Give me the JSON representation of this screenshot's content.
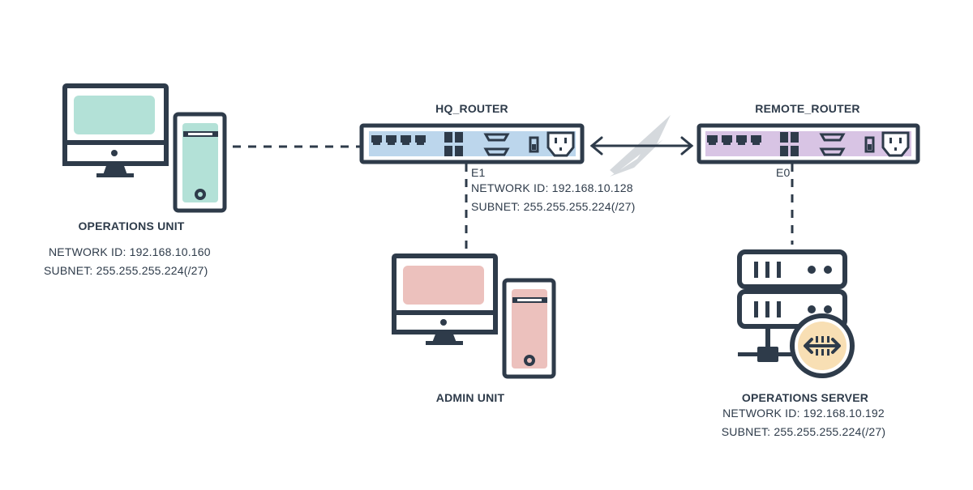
{
  "colors": {
    "dark": "#2e3b4a",
    "mint": "#b3e1d7",
    "pink": "#ecc1bd",
    "blue_panel": "#bcd6ec",
    "purple_panel": "#d8c4e4",
    "server_badge": "#f8dfb4",
    "lightning": "#d5d9dd"
  },
  "nodes": {
    "operations_unit": {
      "name": "OPERATIONS UNIT",
      "network_id": "NETWORK ID: 192.168.10.160",
      "subnet": "SUBNET: 255.255.255.224(/27)"
    },
    "hq_router": {
      "name": "HQ_ROUTER",
      "interface": "E1",
      "network_id": "NETWORK ID: 192.168.10.128",
      "subnet": "SUBNET: 255.255.255.224(/27)"
    },
    "remote_router": {
      "name": "REMOTE_ROUTER",
      "interface": "E0"
    },
    "admin_unit": {
      "name": "ADMIN UNIT"
    },
    "operations_server": {
      "name": "OPERATIONS SERVER",
      "network_id": "NETWORK ID: 192.168.10.192",
      "subnet": "SUBNET: 255.255.255.224(/27)"
    }
  },
  "links": [
    {
      "from": "operations_unit",
      "to": "hq_router",
      "style": "dashed"
    },
    {
      "from": "hq_router",
      "to": "admin_unit",
      "style": "dashed"
    },
    {
      "from": "hq_router",
      "to": "remote_router",
      "style": "serial-arrow"
    },
    {
      "from": "remote_router",
      "to": "operations_server",
      "style": "dashed"
    }
  ]
}
